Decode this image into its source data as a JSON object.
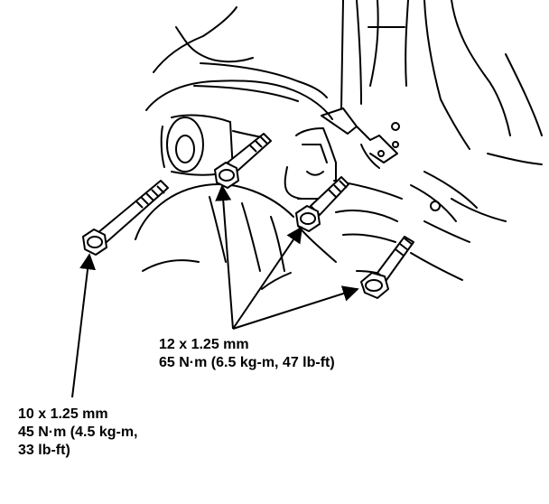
{
  "callouts": {
    "bolt_12": {
      "size": "12 x 1.25 mm",
      "torque": "65 N·m (6.5 kg-m, 47 lb-ft)"
    },
    "bolt_10": {
      "size": "10 x 1.25 mm",
      "torque_line1": "45 N·m (4.5 kg-m,",
      "torque_line2": "33 lb-ft)"
    }
  },
  "colors": {
    "ink": "#000000",
    "paper": "#ffffff"
  }
}
